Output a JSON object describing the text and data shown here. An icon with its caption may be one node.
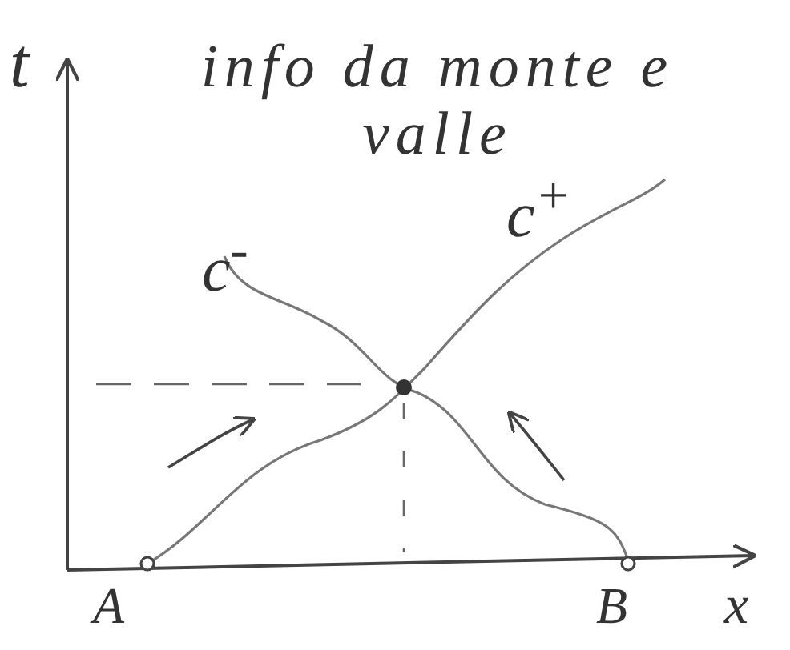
{
  "diagram": {
    "labels": [
      "t",
      "info da monte e valle",
      "c$^{-}$",
      "c$^{+}$",
      "A",
      "B",
      "x"
    ]
  }
}
